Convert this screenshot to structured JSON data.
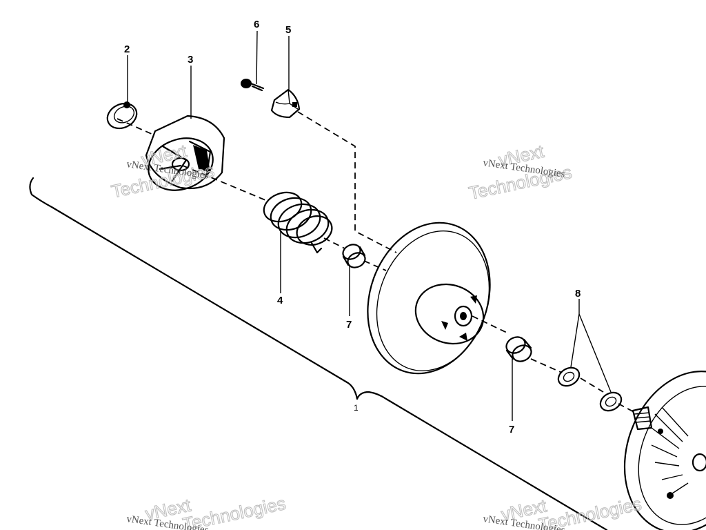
{
  "callouts": {
    "c1": "1",
    "c2": "2",
    "c3": "3",
    "c4": "4",
    "c5": "5",
    "c6": "6",
    "c7a": "7",
    "c7b": "7",
    "c8": "8"
  },
  "watermark": {
    "line1": "vNext Technologies",
    "big_line1": "vNext",
    "big_line2": "Technologies"
  },
  "colors": {
    "ink": "#000000",
    "watermark_small": "#555555",
    "watermark_outline": "#bfbfbf",
    "background": "#ffffff"
  }
}
